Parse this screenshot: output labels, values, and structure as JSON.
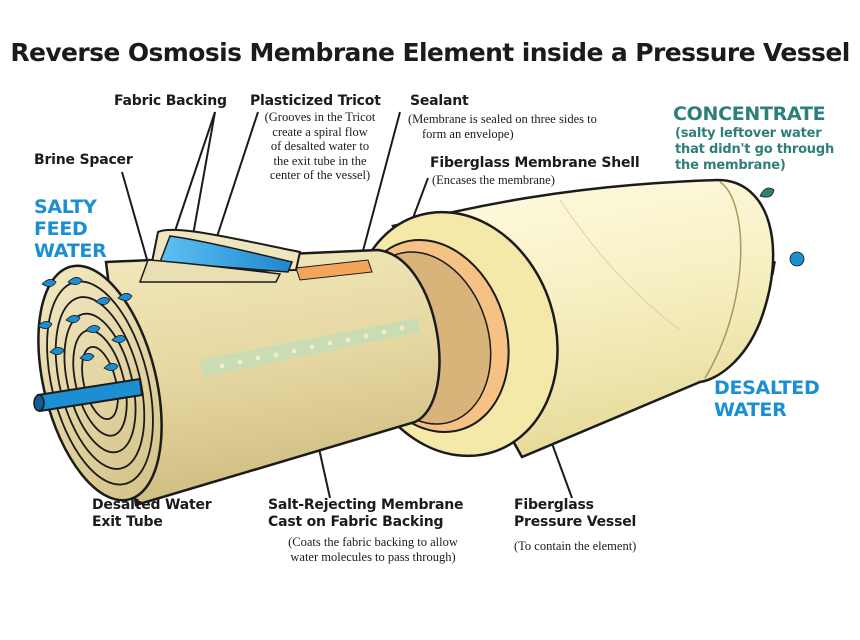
{
  "title": "Reverse Osmosis Membrane Element inside a Pressure Vessel",
  "colors": {
    "blue_accent": "#1b8fd2",
    "teal_accent": "#2e7f7b",
    "outline": "#1b1b1b",
    "vessel_fill": "#f6f0c6",
    "membrane_fill": "#e9dcaa",
    "sealant": "#f2a55b",
    "tricot_blue": "#3aa7e6"
  },
  "labels": {
    "fabric_backing": "Fabric Backing",
    "brine_spacer": "Brine Spacer",
    "plasticized_tricot": {
      "title": "Plasticized Tricot",
      "note": [
        "(Grooves in the Tricot",
        "create a spiral flow",
        "of desalted water to",
        "the exit tube in the",
        "center of the vessel)"
      ]
    },
    "sealant": {
      "title": "Sealant",
      "note": [
        "(Membrane is sealed on three sides to",
        "form an envelope)"
      ]
    },
    "fiberglass_membrane_shell": {
      "title": "Fiberglass Membrane Shell",
      "note": [
        "(Encases the membrane)"
      ]
    },
    "concentrate": {
      "title": "CONCENTRATE",
      "note": [
        "(salty leftover water",
        "that didn't go through",
        "the membrane)"
      ]
    },
    "salty_feed_water": [
      "SALTY",
      "FEED",
      "WATER"
    ],
    "desalted_water": [
      "DESALTED",
      "WATER"
    ],
    "desalted_water_exit_tube": [
      "Desalted Water",
      "Exit Tube"
    ],
    "salt_rejecting_membrane": {
      "title": [
        "Salt-Rejecting Membrane",
        "Cast on Fabric Backing"
      ],
      "note": [
        "(Coats the fabric backing to allow",
        "water molecules to pass through)"
      ]
    },
    "fiberglass_pressure_vessel": {
      "title": [
        "Fiberglass",
        "Pressure Vessel"
      ],
      "note": [
        "(To contain the element)"
      ]
    }
  }
}
